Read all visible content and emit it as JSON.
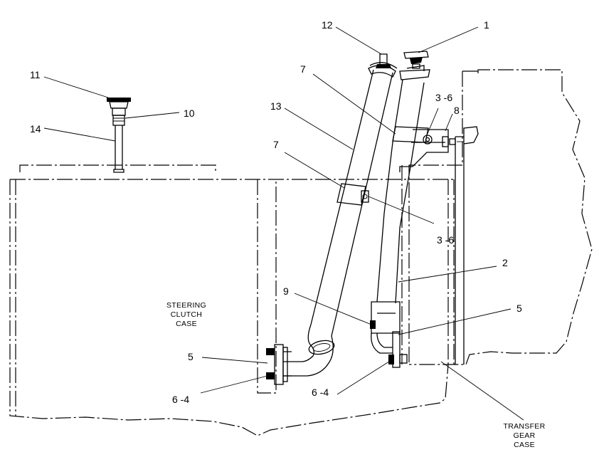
{
  "callouts": {
    "c1": "1",
    "c2": "2",
    "c3_6_upper": "3 -6",
    "c3_6_lower": "3 -6",
    "c5_left": "5",
    "c5_right": "5",
    "c6_4_left": "6 -4",
    "c6_4_right": "6 -4",
    "c7_upper": "7",
    "c7_lower": "7",
    "c8": "8",
    "c9": "9",
    "c10": "10",
    "c11": "11",
    "c12": "12",
    "c13": "13",
    "c14": "14"
  },
  "case_labels": {
    "steering": [
      "STEERING",
      "CLUTCH",
      "CASE"
    ],
    "transfer": [
      "TRANSFER",
      "GEAR",
      "CASE"
    ]
  }
}
